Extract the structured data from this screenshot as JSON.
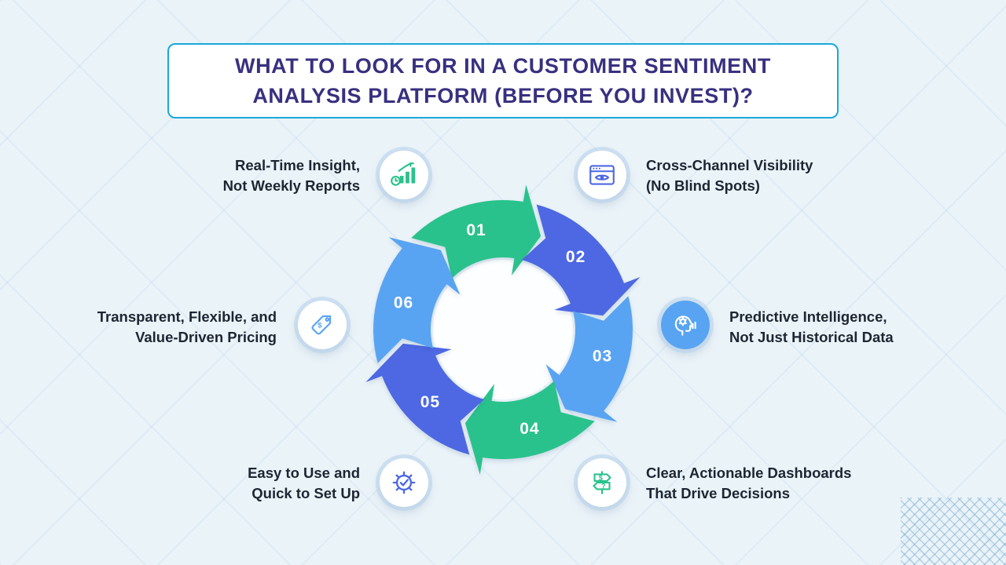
{
  "title": {
    "line1": "WHAT TO LOOK FOR IN A CUSTOMER SENTIMENT",
    "line2": "ANALYSIS PLATFORM (BEFORE YOU INVEST)?"
  },
  "colors": {
    "green": "#2ac28c",
    "indigo": "#4d68e2",
    "blue": "#58a4f2",
    "title_text": "#38307f",
    "title_border": "#19a9da",
    "background": "#eaf3f8",
    "label_text": "#1e2532"
  },
  "cycle": {
    "segments": [
      {
        "number": "01",
        "color_key": "green",
        "center_angle": -15
      },
      {
        "number": "02",
        "color_key": "indigo",
        "center_angle": 45
      },
      {
        "number": "03",
        "color_key": "blue",
        "center_angle": 105
      },
      {
        "number": "04",
        "color_key": "green",
        "center_angle": 165
      },
      {
        "number": "05",
        "color_key": "indigo",
        "center_angle": 225
      },
      {
        "number": "06",
        "color_key": "blue",
        "center_angle": 285
      }
    ]
  },
  "items": [
    {
      "label": "Real-Time Insight,\nNot Weekly Reports",
      "icon": "bar-chart-icon"
    },
    {
      "label": "Cross-Channel Visibility\n(No Blind Spots)",
      "icon": "browser-eye-icon"
    },
    {
      "label": "Predictive Intelligence,\nNot Just Historical Data",
      "icon": "mind-gear-icon"
    },
    {
      "label": "Clear, Actionable Dashboards\nThat Drive Decisions",
      "icon": "signpost-icon"
    },
    {
      "label": "Easy to Use and\nQuick to Set Up",
      "icon": "gear-check-icon"
    },
    {
      "label": "Transparent, Flexible, and\nValue-Driven Pricing",
      "icon": "price-tag-icon"
    }
  ]
}
